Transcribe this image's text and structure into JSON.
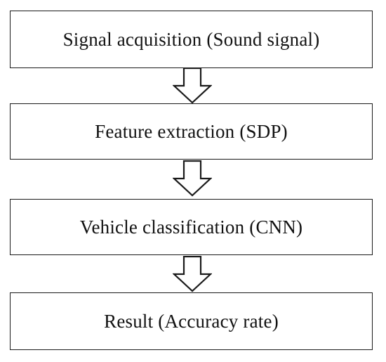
{
  "diagram": {
    "steps": [
      {
        "label": "Signal acquisition (Sound signal)"
      },
      {
        "label": "Feature extraction (SDP)"
      },
      {
        "label": "Vehicle classification (CNN)"
      },
      {
        "label": "Result (Accuracy rate)"
      }
    ],
    "arrow_icon": "hollow-down-arrow",
    "colors": {
      "stroke": "#1a1a1a",
      "background": "#ffffff",
      "text": "#111111"
    }
  }
}
